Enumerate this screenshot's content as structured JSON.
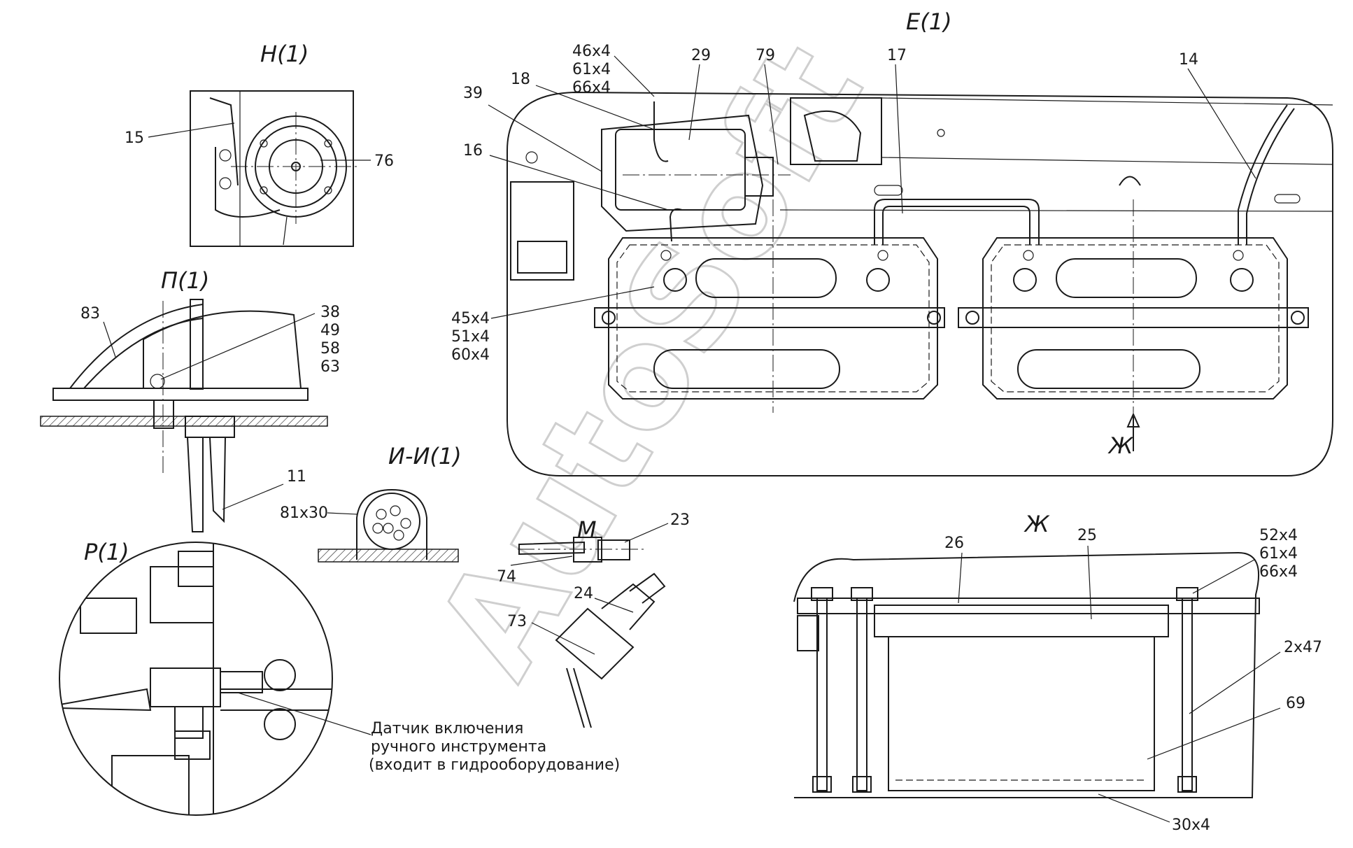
{
  "views": {
    "n1": "Н(1)",
    "p1": "П(1)",
    "r1": "Р(1)",
    "ii1": "И-И(1)",
    "m": "М",
    "e1": "Е(1)",
    "zh": "Ж",
    "zh_arrow": "Ж"
  },
  "callouts": {
    "c15": "15",
    "c76": "76",
    "c83": "83",
    "c38": "38",
    "c49": "49",
    "c58": "58",
    "c63": "63",
    "c11": "11",
    "c81x30": "81x30",
    "c23": "23",
    "c74": "74",
    "c24": "24",
    "c73": "73",
    "c46x4": "46x4",
    "c61x4a": "61x4",
    "c66x4a": "66x4",
    "c29": "29",
    "c79": "79",
    "c17": "17",
    "c14": "14",
    "c18": "18",
    "c39": "39",
    "c16": "16",
    "c45x4": "45x4",
    "c51x4": "51x4",
    "c60x4": "60x4",
    "c26": "26",
    "c25": "25",
    "c52x4": "52x4",
    "c61x4b": "61x4",
    "c66x4b": "66x4",
    "c2x47": "2x47",
    "c69": "69",
    "c30x4": "30x4"
  },
  "note": {
    "line1": "Датчик включения",
    "line2": "ручного инструмента",
    "line3": "(входит в гидрооборудование)"
  },
  "watermark": "AutoSoft",
  "colors": {
    "line": "#1a1a1a",
    "watermark": "#cfcfcf",
    "background": "#ffffff"
  }
}
